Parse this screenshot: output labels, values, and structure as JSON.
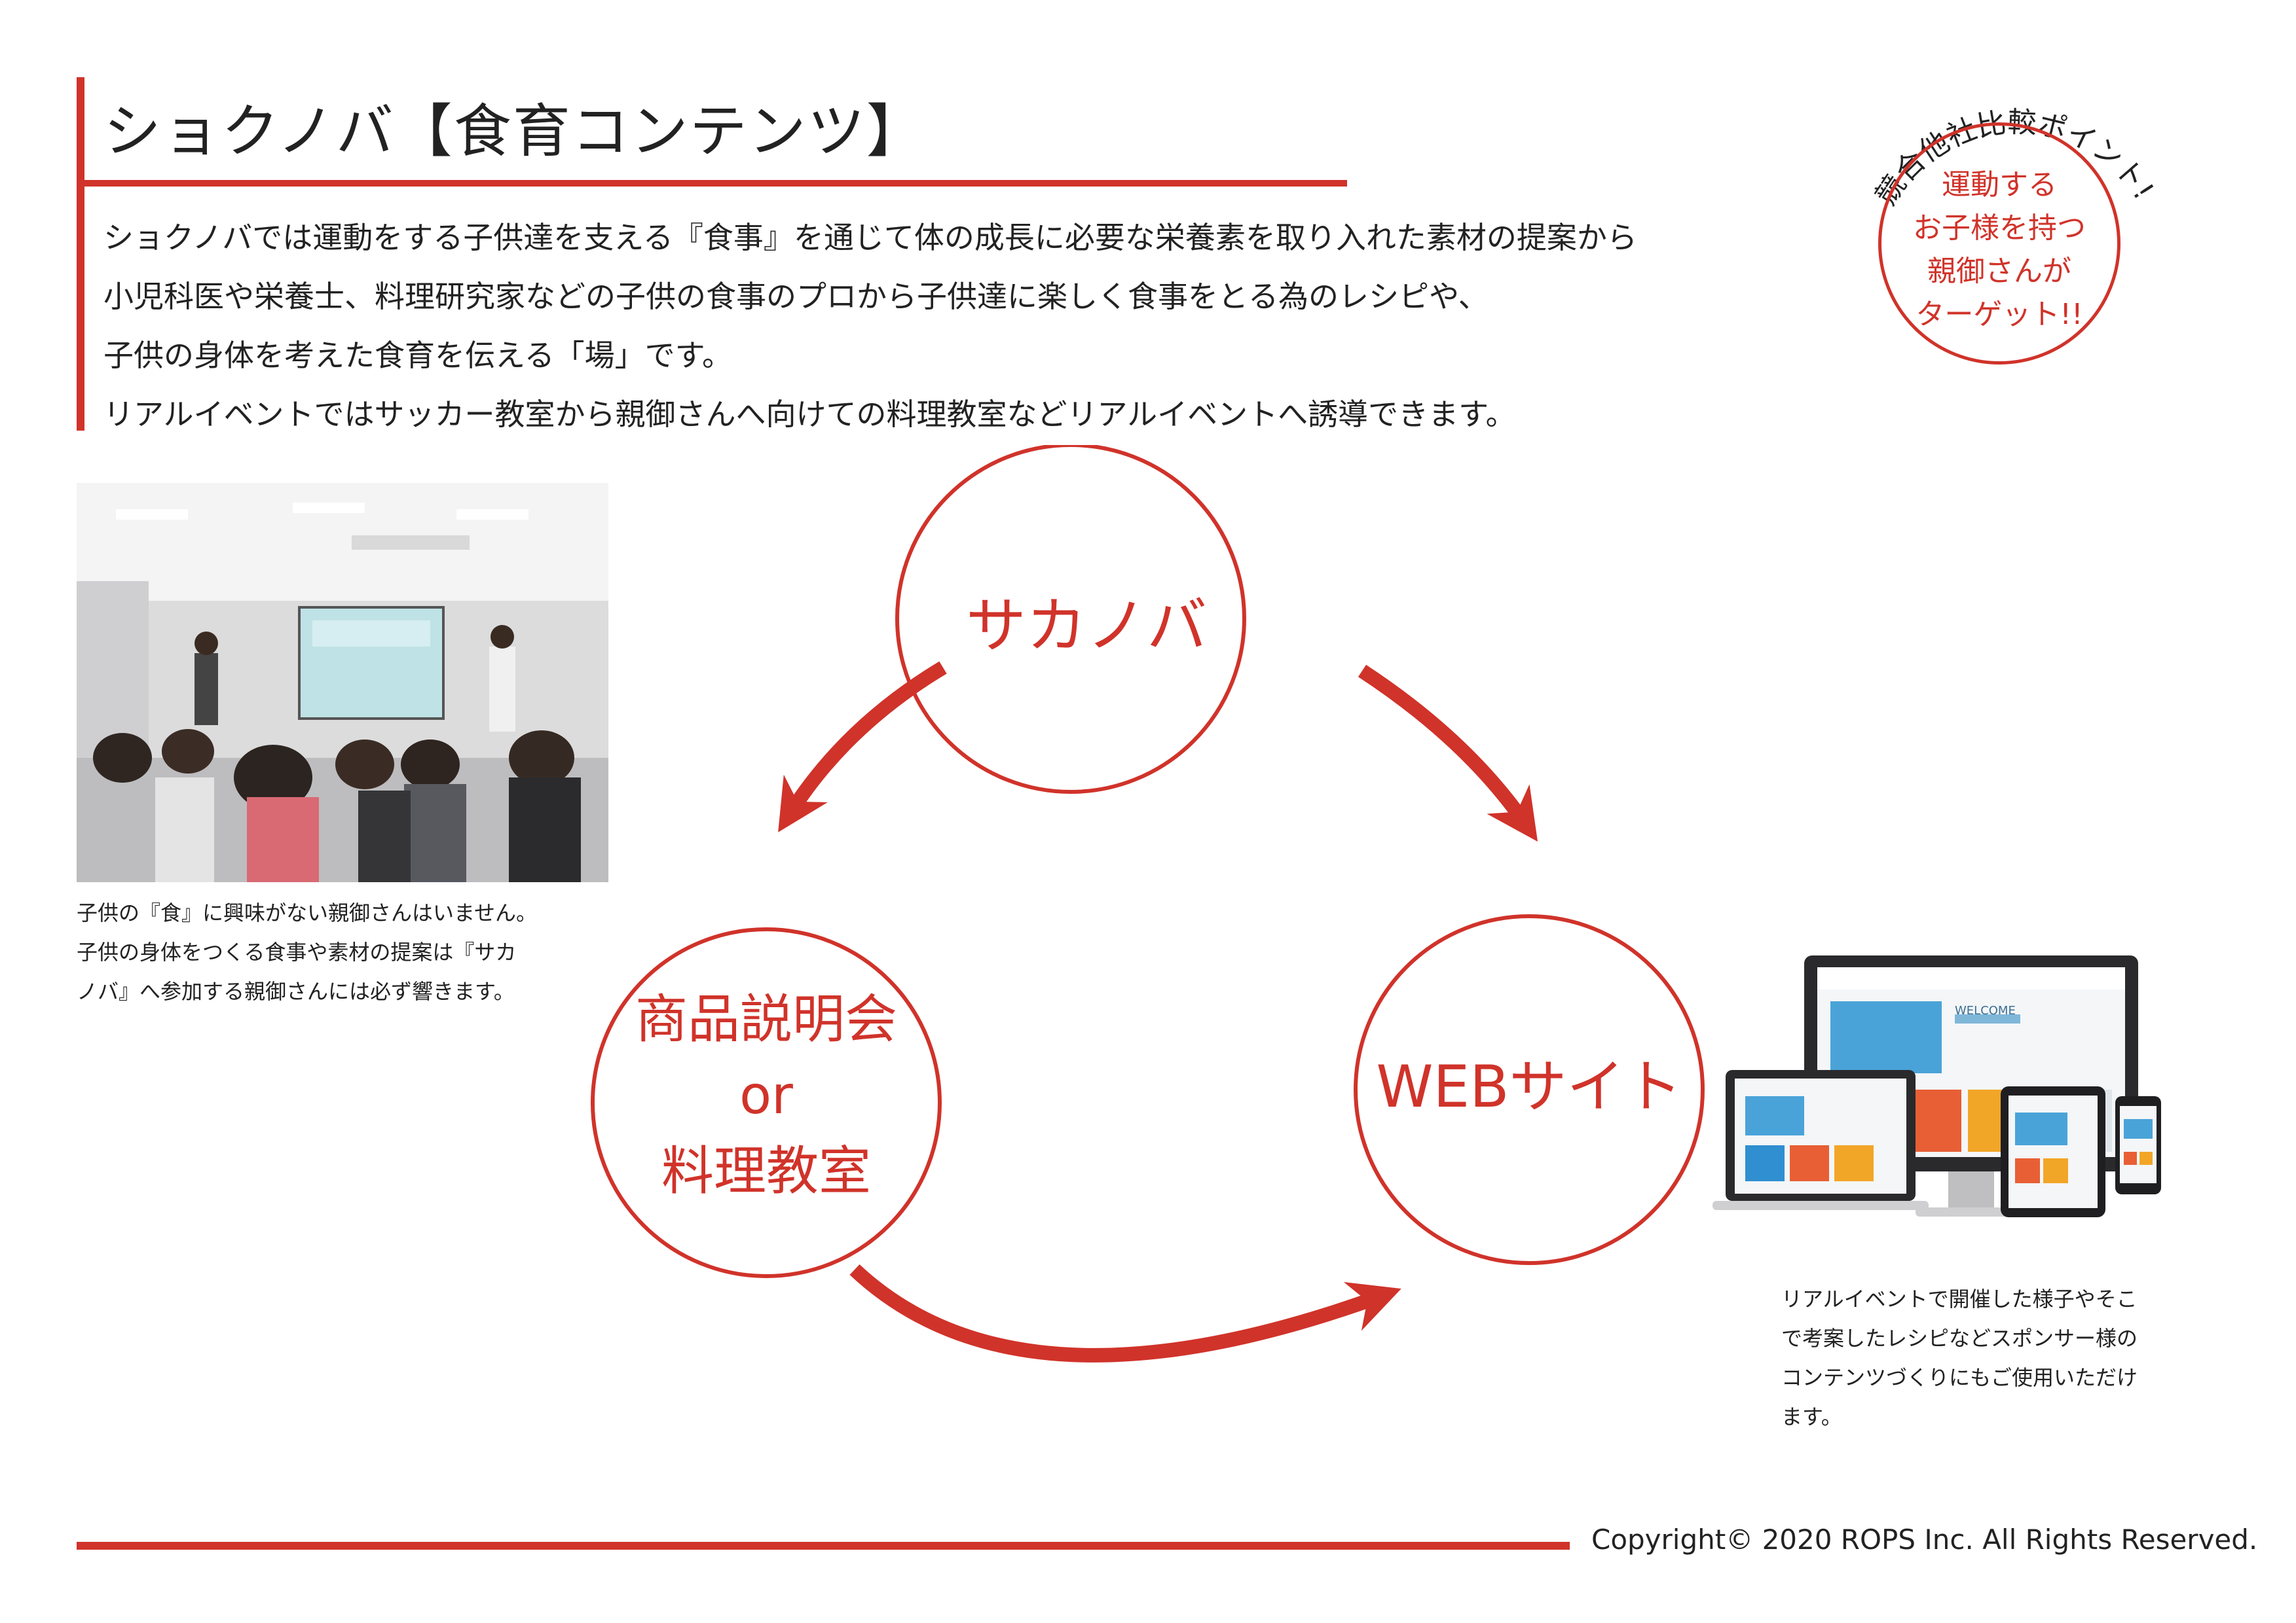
{
  "header": {
    "title": "ショクノバ【食育コンテンツ】"
  },
  "intro": [
    "ショクノバでは運動をする子供達を支える『食事』を通じて体の成長に必要な栄養素を取り入れた素材の提案から",
    "小児科医や栄養士、料理研究家などの子供の食事のプロから子供達に楽しく食事をとる為のレシピや、",
    "子供の身体を考えた食育を伝える「場」です。",
    "リアルイベントではサッカー教室から親御さんへ向けての料理教室などリアルイベントへ誘導できます。"
  ],
  "badge": {
    "arc_text": "競合他社比較ポイント!",
    "lines": [
      "運動する",
      "お子様を持つ",
      "親御さんが",
      "ターゲット!!"
    ]
  },
  "caption_left": [
    "子供の『食』に興味がない親御さんはいません。",
    "子供の身体をつくる食事や素材の提案は『サカ",
    "ノバ』へ参加する親御さんには必ず響きます。"
  ],
  "caption_right": [
    "リアルイベントで開催した様子やそこ",
    "で考案したレシピなどスポンサー様の",
    "コンテンツづくりにもご使用いただけ",
    "ます。"
  ],
  "diagram": {
    "top": "サカノバ",
    "left": [
      "商品説明会",
      "or",
      "料理教室"
    ],
    "right": "WEBサイト"
  },
  "device_screen": {
    "welcome": "WELCOME"
  },
  "footer": {
    "copyright": "Copyright© 2020 ROPS Inc. All Rights Reserved."
  },
  "colors": {
    "accent": "#d0332a",
    "text": "#222222"
  },
  "icons": [
    "classroom-photo",
    "responsive-devices-illustration"
  ]
}
